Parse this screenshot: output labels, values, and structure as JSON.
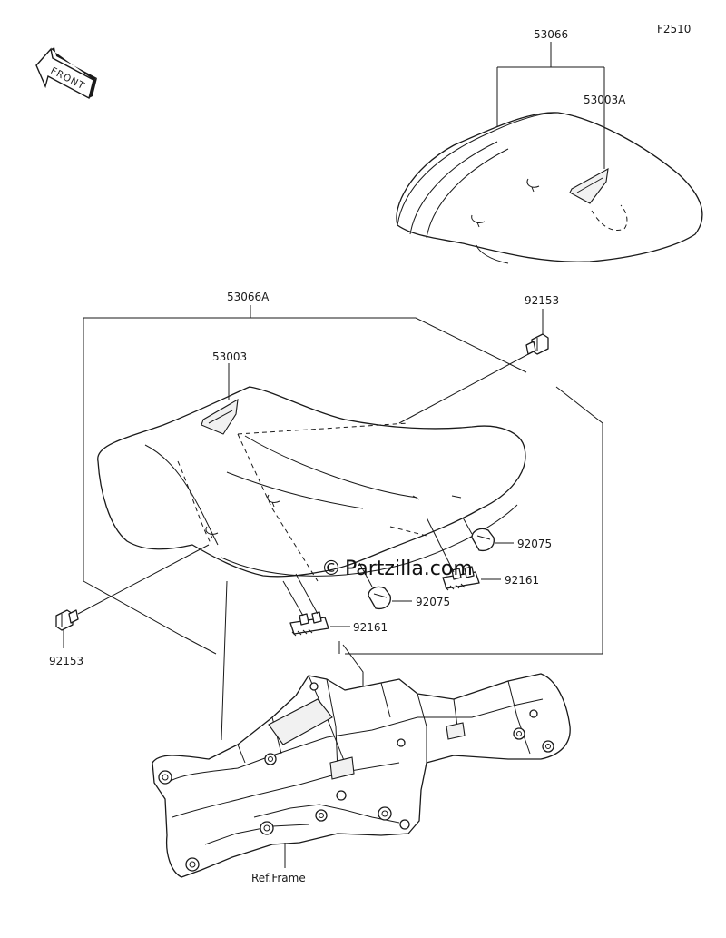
{
  "diagram_code": "F2510",
  "front_label": "FRONT",
  "watermark": "Partzilla.com",
  "watermark_copyright": "©",
  "parts": {
    "seat_assy_rear": "53066",
    "rear_cover": "53003A",
    "seat_assy_front": "53066A",
    "front_cover": "53003",
    "bolt_top": "92153",
    "bolt_left": "92153",
    "damper_right": "92075",
    "damper_center": "92075",
    "clip_right": "92161",
    "clip_center": "92161"
  },
  "frame_label": "Ref.Frame"
}
